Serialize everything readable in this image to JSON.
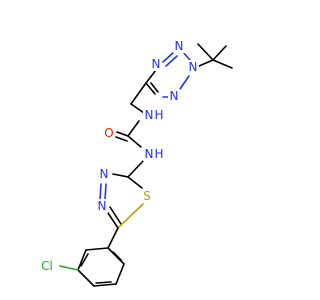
{
  "colors": {
    "nitrogen": "#2233ee",
    "oxygen": "#ee2200",
    "sulfur": "#b8a000",
    "chlorine": "#22aa22",
    "carbon": "#000000",
    "background": "#ffffff"
  },
  "atoms": {
    "tetrazole_n1": "N",
    "tetrazole_n2": "N",
    "tetrazole_n3": "N",
    "tetrazole_n4": "N",
    "urea_nh_top": "N",
    "urea_nh_top_h": "H",
    "urea_o": "O",
    "urea_nh_bottom": "N",
    "urea_nh_bottom_h": "H",
    "thiadiazole_n1": "N",
    "thiadiazole_n2": "N",
    "thiadiazole_s": "S",
    "chlorine": "Cl"
  }
}
